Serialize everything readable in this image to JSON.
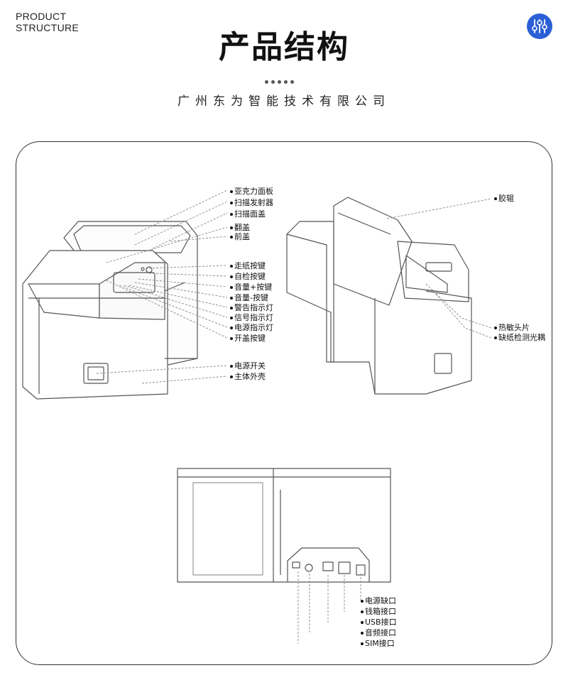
{
  "header": {
    "en_line1": "PRODUCT",
    "en_line2": "STRUCTURE",
    "title": "产品结构",
    "company": "广州东为智能技术有限公司",
    "logo_icon": "equalizer-icon",
    "accent": "#2b5fd6"
  },
  "labels_front": [
    "亚克力面板",
    "扫描发射器",
    "扫描面盖",
    "翻盖",
    "前盖",
    "走纸按键",
    "自检按键",
    "音量+按键",
    "音量-按键",
    "警告指示灯",
    "信号指示灯",
    "电源指示灯",
    "开盖按键",
    "电源开关",
    "主体外壳"
  ],
  "labels_open": [
    "胶辊",
    "热敏头片",
    "缺纸检测光耦"
  ],
  "labels_back": [
    "电源缺口",
    "钱箱接口",
    "USB接口",
    "音频接口",
    "SIM接口"
  ]
}
